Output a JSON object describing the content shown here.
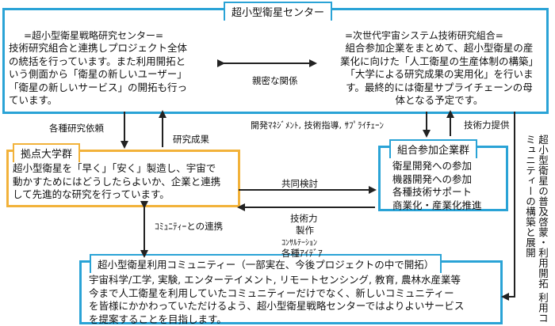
{
  "center": {
    "title": "超小型衛星センター",
    "left_heading": "=超小型衛星戦略研究センター=",
    "left_lines": [
      "技術研究組合と連携しプロジェクト全体",
      "の統括を行っています。また利用開拓と",
      "いう側面から「衛星の新しいユーザー」",
      "「衛星の新しいサービス」の開拓も行っ",
      "ています。"
    ],
    "right_heading": "=次世代宇宙システム技術研究組合=",
    "right_lines": [
      "組合参加企業をまとめて、超小型衛星の産",
      "業化に向けた「人工衛星の生産体制の構築」",
      "「大学による研究成果の実用化」を行いま",
      "す。最終的には衛星サプライチェーンの母",
      "体となる予定です。"
    ],
    "relation_label": "親密な関係"
  },
  "labels": {
    "research_request": "各種研究依頼",
    "research_results": "研究成果",
    "dev_management": "開発ﾏﾈｼﾞﾒﾝﾄ, 技術指導, ｻﾌﾟﾗｲﾁｪｰﾝ",
    "tech_provision": "技術力提供",
    "joint_study": "共同検討",
    "tech_power": "技術力",
    "manufacturing": "製作",
    "consulting": "ｺﾝｻﾙﾃｰｼｮﾝ",
    "ideas": "各種ｱｲﾃﾞｱ",
    "community_link": "ｺﾐｭﾆﾃｨｰとの連携",
    "side_text": "超小型衛星の普及啓蒙・利用開拓 利用コミュニティーの構築と展開"
  },
  "university": {
    "title": "拠点大学群",
    "lines": [
      "超小型衛星を「早く」「安く」製造し、宇宙で",
      "動かすためにはどうしたらよいか、企業と連携",
      "して先進的な研究を行っています。"
    ]
  },
  "companies": {
    "title": "組合参加企業群",
    "lines": [
      "衛星開発への参加",
      "機器開発への参加",
      "各種技術サポート",
      "商業化・産業化推進"
    ]
  },
  "community": {
    "title": "超小型衛星利用コミュニティー（一部実在、今後プロジェクトの中で開拓）",
    "lines": [
      "宇宙科学/工学, 実験, エンターテイメント, リモートセンシング, 教育, 農林水産業等",
      "今まで人工衛星を利用していたコミュニティーだけでなく、新しいコミュニティー",
      "を皆様にかかわっていただけるよう、超小型衛星戦略センターではよりよいサービス",
      "を提案することを目指します。"
    ]
  },
  "colors": {
    "blue": "#2aa3d6",
    "orange": "#f2b23a",
    "arrow": "#222222"
  }
}
